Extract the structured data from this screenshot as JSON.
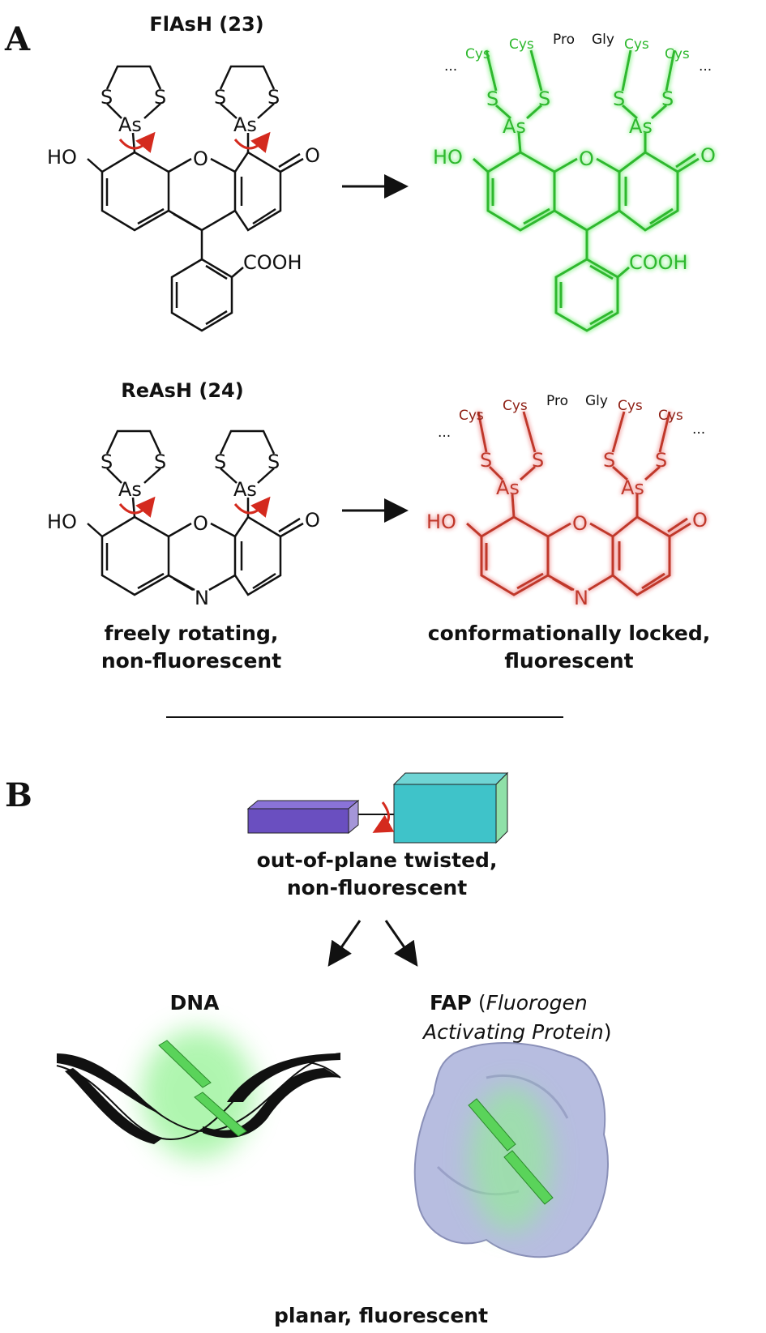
{
  "panels": {
    "a_label": "A",
    "b_label": "B"
  },
  "panel_a": {
    "flash_title": "FlAsH (23)",
    "reash_title": "ReAsH (24)",
    "atoms": {
      "s": "S",
      "as": "As",
      "ho": "HO",
      "o": "O",
      "n": "N",
      "cooh": "COOH"
    },
    "peptide": {
      "prefix": "···",
      "cys1": "Cys",
      "cys2": "Cys",
      "pro": "Pro",
      "gly": "Gly",
      "cys3": "Cys",
      "cys4": "Cys",
      "suffix": "···"
    },
    "caption_left_line1": "freely rotating,",
    "caption_left_line2": "non-fluorescent",
    "caption_right_line1": "conformationally locked,",
    "caption_right_line2": "fluorescent"
  },
  "panel_b": {
    "twist_caption_line1": "out-of-plane twisted,",
    "twist_caption_line2": "non-fluorescent",
    "dna_label": "DNA",
    "fap_label": "FAP",
    "fap_full_line1": "Fluorogen",
    "fap_full_line2": "Activating Protein",
    "bottom_caption": "planar, fluorescent"
  },
  "colors": {
    "green": "#2db82d",
    "red": "#c0392b",
    "rotation_arrow": "#d42a1e",
    "purple_box": "#6a4fc0",
    "teal_box": "#3fc3c9",
    "protein": "#b7bde0"
  }
}
